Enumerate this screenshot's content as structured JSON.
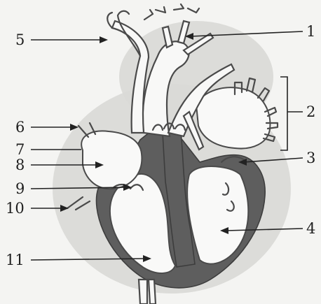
{
  "labels": [
    {
      "id": "1",
      "text": "1"
    },
    {
      "id": "2",
      "text": "2"
    },
    {
      "id": "3",
      "text": "3"
    },
    {
      "id": "4",
      "text": "4"
    },
    {
      "id": "5",
      "text": "5"
    },
    {
      "id": "6",
      "text": "6"
    },
    {
      "id": "7",
      "text": "7"
    },
    {
      "id": "8",
      "text": "8"
    },
    {
      "id": "9",
      "text": "9"
    },
    {
      "id": "10",
      "text": "10"
    },
    {
      "id": "11",
      "text": "11"
    }
  ],
  "colors": {
    "background": "#f4f4f2",
    "muscle": "#5e5e5e",
    "outline": "#4a4a4a",
    "label": "#1f1f1f"
  }
}
